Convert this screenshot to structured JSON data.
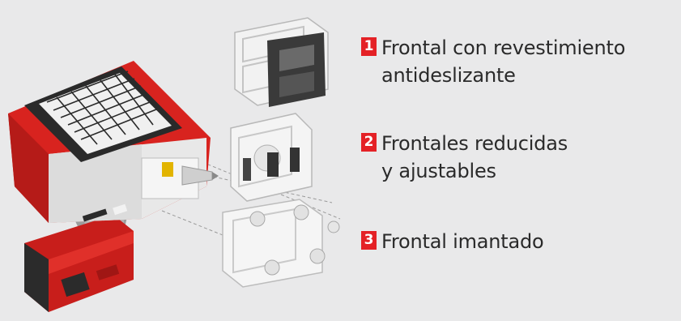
{
  "colors": {
    "accent": "#e42126",
    "device_red": "#d8231f",
    "device_dark": "#2b2b2b",
    "text": "#2a2a2a",
    "background": "#e9e9ea"
  },
  "features": [
    {
      "number": "1",
      "line1": "Frontal con revestimiento",
      "line2": "antideslizante"
    },
    {
      "number": "2",
      "line1": "Frontales reducidas",
      "line2": "y ajustables"
    },
    {
      "number": "3",
      "line1": "Frontal imantado",
      "line2": ""
    }
  ]
}
